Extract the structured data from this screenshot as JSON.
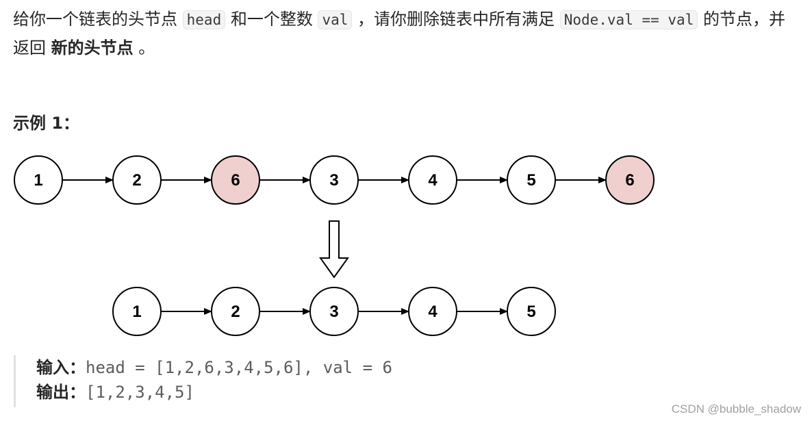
{
  "description": {
    "p1": "给你一个链表的头节点 ",
    "code1": "head",
    "p2": " 和一个整数 ",
    "code2": "val",
    "p3": " ，请你删除链表中所有满足 ",
    "code3": "Node.val == val",
    "p4": " 的节点，并返回 ",
    "bold": "新的头节点",
    "p5": " 。"
  },
  "example_heading": "示例 1：",
  "diagram": {
    "top_list": [
      {
        "value": "1",
        "removed": false
      },
      {
        "value": "2",
        "removed": false
      },
      {
        "value": "6",
        "removed": true
      },
      {
        "value": "3",
        "removed": false
      },
      {
        "value": "4",
        "removed": false
      },
      {
        "value": "5",
        "removed": false
      },
      {
        "value": "6",
        "removed": true
      }
    ],
    "bottom_list": [
      "1",
      "2",
      "3",
      "4",
      "5"
    ],
    "removed_fill": "#f0cfcf",
    "node_fill": "#ffffff"
  },
  "example": {
    "input_label": "输入：",
    "input_value": "head = [1,2,6,3,4,5,6], val = 6",
    "output_label": "输出：",
    "output_value": "[1,2,3,4,5]"
  },
  "watermark": "CSDN @bubble_shadow"
}
